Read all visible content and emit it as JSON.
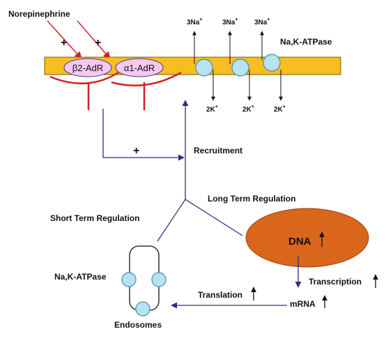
{
  "labels": {
    "norepinephrine": "Norepinephrine",
    "plus_1": "+",
    "plus_2": "+",
    "plus_3": "+",
    "beta2": "β2-AdR",
    "alpha1": "α1-AdR",
    "na_ion": "3Na",
    "k_ion": "2K",
    "ion_charge": "+",
    "nak_atpase_top": "Na,K-ATPase",
    "recruitment": "Recruitment",
    "long_term": "Long Term Regulation",
    "short_term": "Short Term Regulation",
    "dna": "DNA",
    "transcription": "Transcription",
    "mrna": "mRNA",
    "translation": "Translation",
    "nak_atpase_left": "Na,K-ATPase",
    "endosomes": "Endosomes"
  },
  "colors": {
    "membrane": "#F6BE1E",
    "membrane_stroke": "#7A5F0A",
    "receptor_fill": "#F6C8F0",
    "receptor_stroke": "#3B3B8F",
    "red": "#D42020",
    "pump_fill": "#B8E3F2",
    "pump_stroke": "#4A8FA8",
    "pathway_line": "#2E2E7A",
    "dna_fill": "#D9661B",
    "dna_stroke": "#9A4210"
  }
}
